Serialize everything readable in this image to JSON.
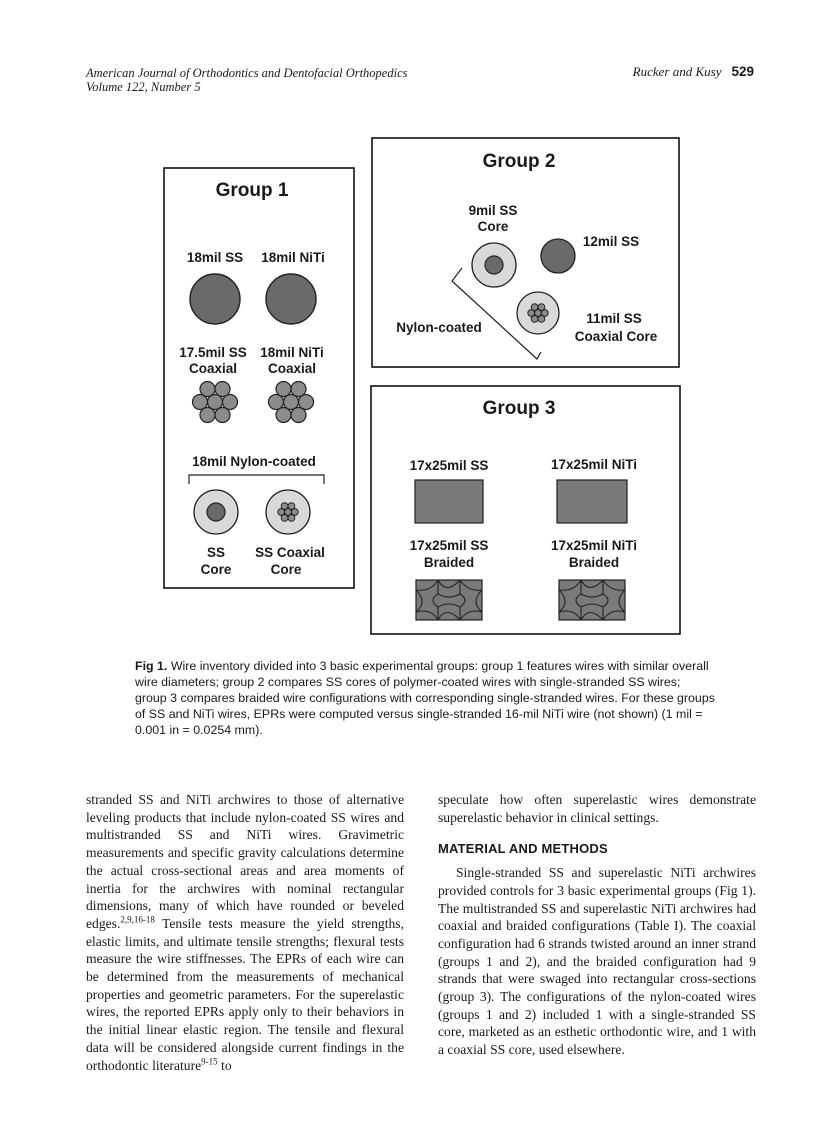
{
  "header": {
    "journal": "American Journal of Orthodontics and Dentofacial Orthopedics",
    "volume": "Volume 122, Number 5",
    "authors": "Rucker and Kusy",
    "page": "529"
  },
  "figure": {
    "group1": {
      "title": "Group 1",
      "row1": [
        "18mil SS",
        "18mil NiTi"
      ],
      "row2_line1": [
        "17.5mil SS",
        "18mil NiTi"
      ],
      "row2_line2": [
        "Coaxial",
        "Coaxial"
      ],
      "nylon_label": "18mil Nylon-coated",
      "row3_line1": [
        "SS",
        "SS Coaxial"
      ],
      "row3_line2": [
        "Core",
        "Core"
      ]
    },
    "group2": {
      "title": "Group 2",
      "core_line1": "9mil SS",
      "core_line2": "Core",
      "ss12": "12mil SS",
      "nylon": "Nylon-coated",
      "coax_line1": "11mil SS",
      "coax_line2": "Coaxial Core"
    },
    "group3": {
      "title": "Group 3",
      "top": [
        "17x25mil SS",
        "17x25mil NiTi"
      ],
      "bottom_line1": [
        "17x25mil SS",
        "17x25mil NiTi"
      ],
      "bottom_line2": [
        "Braided",
        "Braided"
      ]
    },
    "colors": {
      "solid": "#6a6a6a",
      "strand": "#8c8c8c",
      "coat": "#d9d9d9",
      "rect": "#7a7a7a"
    }
  },
  "caption": {
    "label": "Fig 1.",
    "text": "Wire inventory divided into 3 basic experimental groups: group 1 features wires with similar overall wire diameters; group 2 compares SS cores of polymer-coated wires with single-stranded SS wires; group 3 compares braided wire configurations with corresponding single-stranded wires. For these groups of SS and NiTi wires, EPRs were computed versus single-stranded 16-mil NiTi wire (not shown) (1 mil = 0.001 in = 0.0254 mm)."
  },
  "body": {
    "left_p1": "stranded SS and NiTi archwires to those of alternative leveling products that include nylon-coated SS wires and multistranded SS and NiTi wires. Gravimetric measurements and specific gravity calculations determine the actual cross-sectional areas and area moments of inertia for the archwires with nominal rectangular dimensions, many of which have rounded or beveled edges.",
    "left_ref1": "2,9,16-18",
    "left_p2": " Tensile tests measure the yield strengths, elastic limits, and ultimate tensile strengths; flexural tests measure the wire stiffnesses. The EPRs of each wire can be determined from the measurements of mechanical properties and geometric parameters. For the superelastic wires, the reported EPRs apply only to their behaviors in the initial linear elastic region. The tensile and flexural data will be considered alongside current findings in the orthodontic literature",
    "left_ref2": "9-15",
    "left_p3": " to",
    "right_p1": "speculate how often superelastic wires demonstrate superelastic behavior in clinical settings.",
    "section_title": "MATERIAL AND METHODS",
    "right_p2": "Single-stranded SS and superelastic NiTi archwires provided controls for 3 basic experimental groups (Fig 1). The multistranded SS and superelastic NiTi archwires had coaxial and braided configurations (Table I). The coaxial configuration had 6 strands twisted around an inner strand (groups 1 and 2), and the braided configuration had 9 strands that were swaged into rectangular cross-sections (group 3). The configurations of the nylon-coated wires (groups 1 and 2) included 1 with a single-stranded SS core, marketed as an esthetic orthodontic wire, and 1 with a coaxial SS core, used elsewhere."
  }
}
